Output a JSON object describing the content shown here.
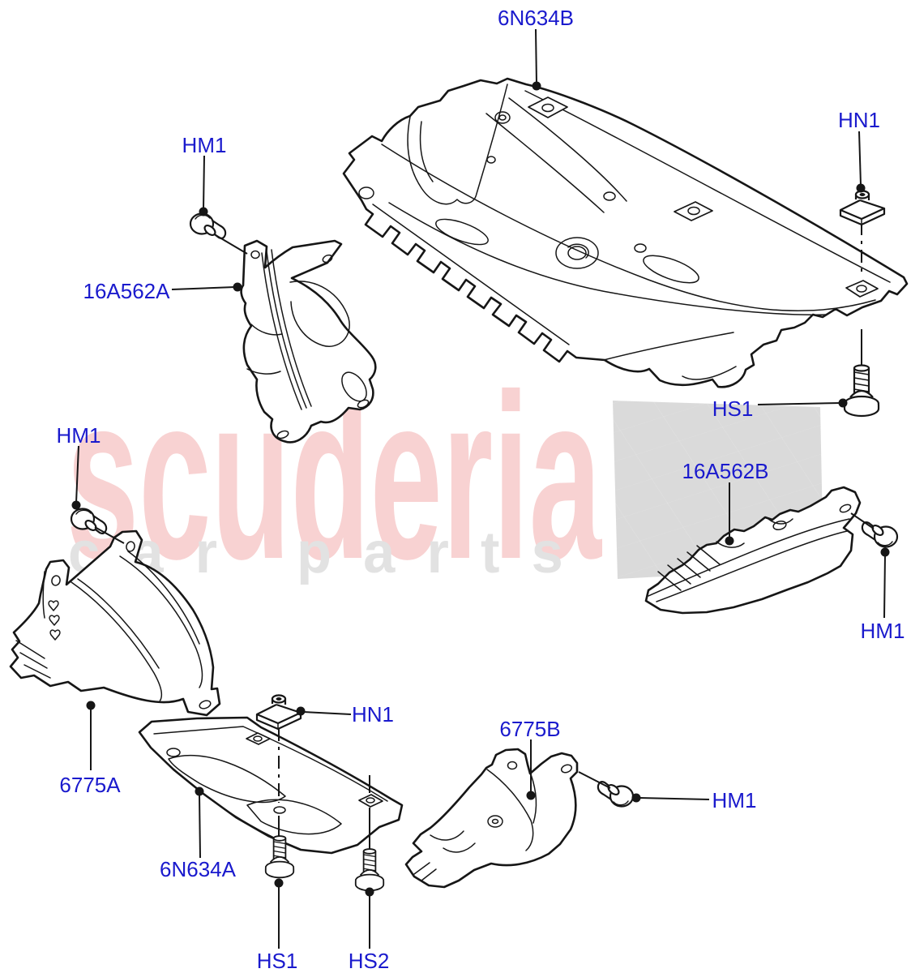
{
  "watermark": {
    "brand": "scuderia",
    "tagline": "car parts"
  },
  "colors": {
    "background": "#ffffff",
    "callout_text": "#1a1acd",
    "line_art": "#161616",
    "watermark_brand": "#f8d2d2",
    "watermark_tagline": "#e2e2e2",
    "watermark_flag": "#dadada"
  },
  "callouts": [
    {
      "id": "callout-6n634b",
      "text": "6N634B"
    },
    {
      "id": "callout-hm1-top",
      "text": "HM1"
    },
    {
      "id": "callout-hn1-top",
      "text": "HN1"
    },
    {
      "id": "callout-16a562a",
      "text": "16A562A"
    },
    {
      "id": "callout-hs1-right",
      "text": "HS1"
    },
    {
      "id": "callout-hm1-left",
      "text": "HM1"
    },
    {
      "id": "callout-16a562b",
      "text": "16A562B"
    },
    {
      "id": "callout-hm1-right",
      "text": "HM1"
    },
    {
      "id": "callout-6775a",
      "text": "6775A"
    },
    {
      "id": "callout-hn1-bottom",
      "text": "HN1"
    },
    {
      "id": "callout-6775b",
      "text": "6775B"
    },
    {
      "id": "callout-hm1-bottom-right",
      "text": "HM1"
    },
    {
      "id": "callout-6n634a",
      "text": "6N634A"
    },
    {
      "id": "callout-hs1-bottom",
      "text": "HS1"
    },
    {
      "id": "callout-hs2",
      "text": "HS2"
    }
  ]
}
